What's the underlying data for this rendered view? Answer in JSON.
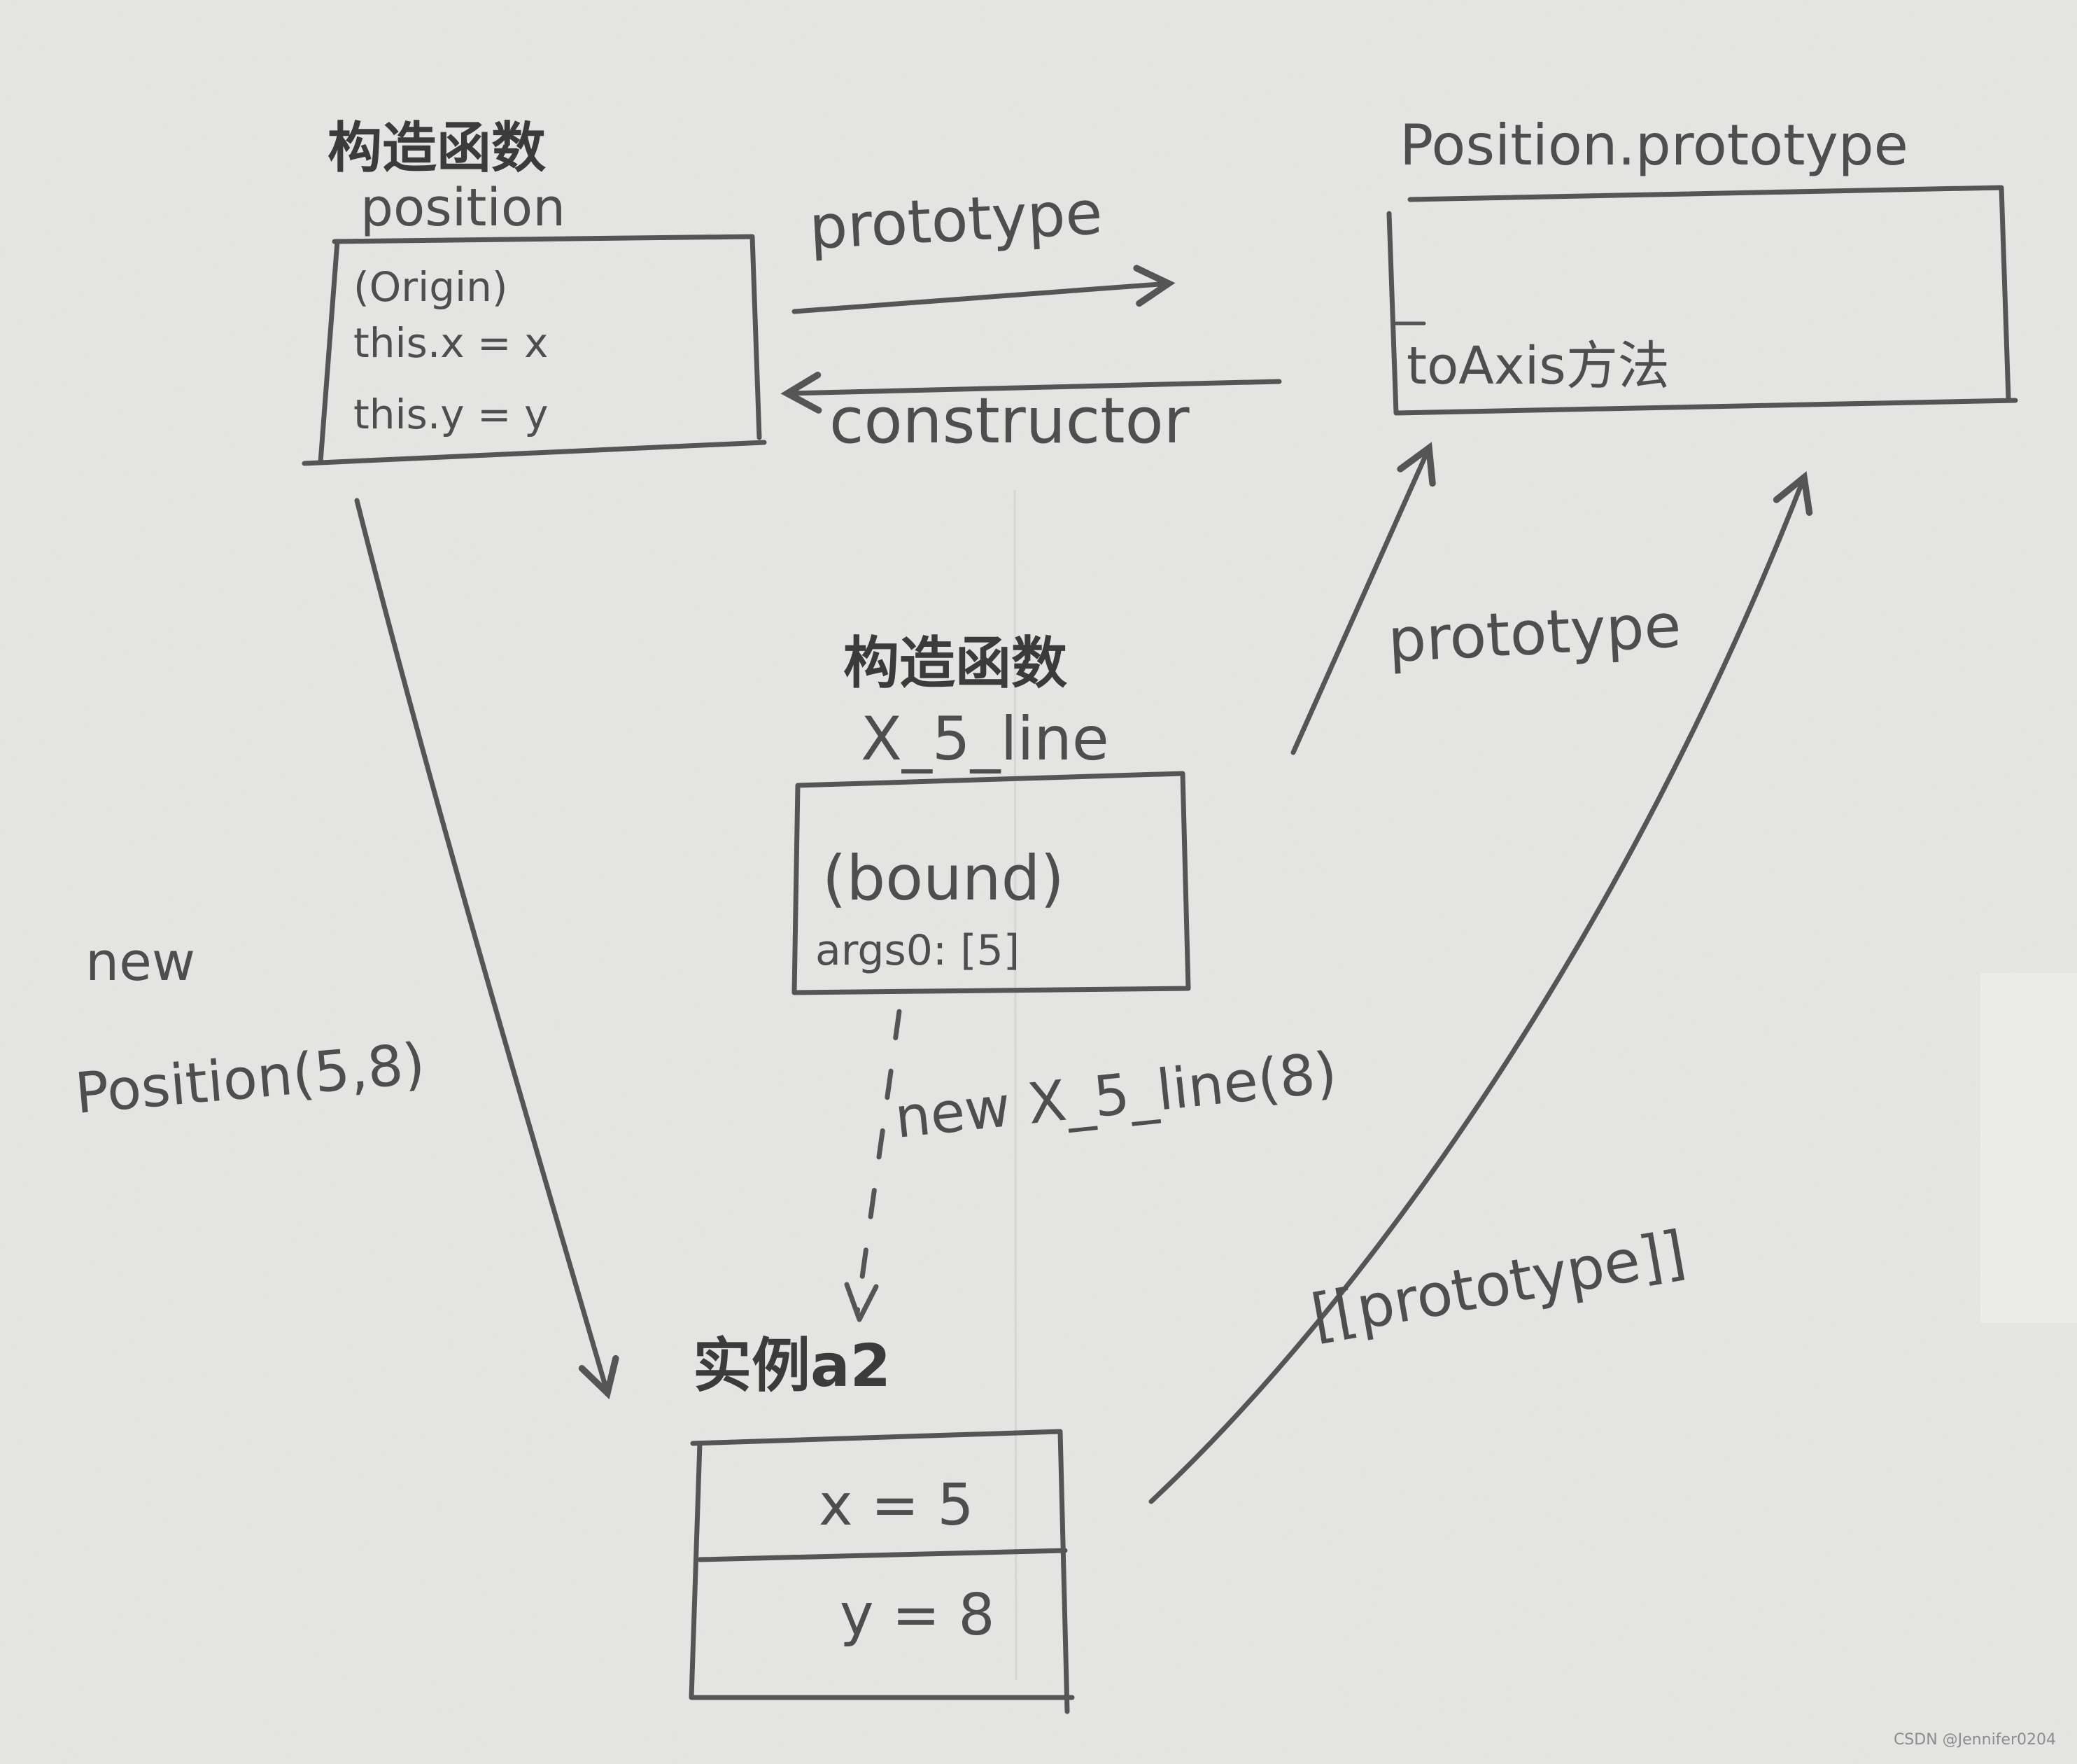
{
  "constructor_position": {
    "heading": "构造函数",
    "name": "position",
    "lines": [
      "(Origin)",
      "this.x = x",
      "this.y = y"
    ]
  },
  "prototype_box": {
    "title": "Position.prototype",
    "method": "toAxis方法"
  },
  "constructor_bound": {
    "heading": "构造函数",
    "name": "X_5_line",
    "lines": [
      "(bound)",
      "args0: [5]"
    ]
  },
  "instance": {
    "title": "实例a2",
    "rows": [
      "x = 5",
      "y = 8"
    ]
  },
  "edges": {
    "prototype_top": "prototype",
    "constructor_back": "constructor",
    "bound_to_prototype": "prototype",
    "instance_proto": "[[prototype]]",
    "new_position_line1": "new",
    "new_position_line2": "Position(5,8)",
    "new_bound": "new X_5_line(8)"
  },
  "watermark": "CSDN @Jennifer0204"
}
